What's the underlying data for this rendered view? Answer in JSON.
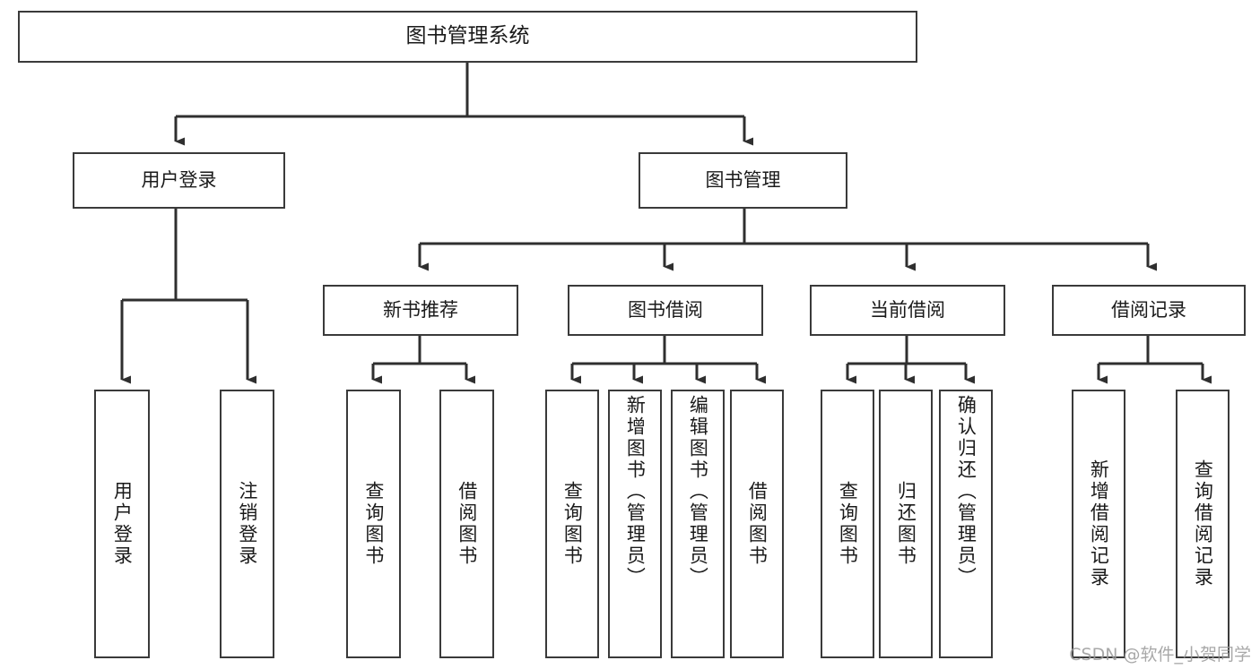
{
  "diagram": {
    "title": "图书管理系统",
    "watermark": "CSDN @软件_小贺同学",
    "colors": {
      "box_border": "#3a3a3a",
      "box_fill": "#ffffff",
      "connector": "#2f2f2f",
      "text": "#1a1a1a",
      "watermark_text": "#9a9a9a",
      "background": "#ffffff"
    },
    "root": {
      "label": "图书管理系统"
    },
    "level2": [
      {
        "label": "用户登录"
      },
      {
        "label": "图书管理"
      }
    ],
    "level3": [
      {
        "label": "新书推荐"
      },
      {
        "label": "图书借阅"
      },
      {
        "label": "当前借阅"
      },
      {
        "label": "借阅记录"
      }
    ],
    "leaves": {
      "user_login": [
        {
          "label": "用户登录"
        },
        {
          "label": "注销登录"
        }
      ],
      "new_book_recommend": [
        {
          "label": "查询图书"
        },
        {
          "label": "借阅图书"
        }
      ],
      "book_borrow": [
        {
          "label": "查询图书"
        },
        {
          "label": "新增图书（管理员）"
        },
        {
          "label": "编辑图书（管理员）"
        },
        {
          "label": "借阅图书"
        }
      ],
      "current_borrow": [
        {
          "label": "查询图书"
        },
        {
          "label": "归还图书"
        },
        {
          "label": "确认归还（管理员）"
        }
      ],
      "borrow_record": [
        {
          "label": "新增借阅记录"
        },
        {
          "label": "查询借阅记录"
        }
      ]
    }
  }
}
